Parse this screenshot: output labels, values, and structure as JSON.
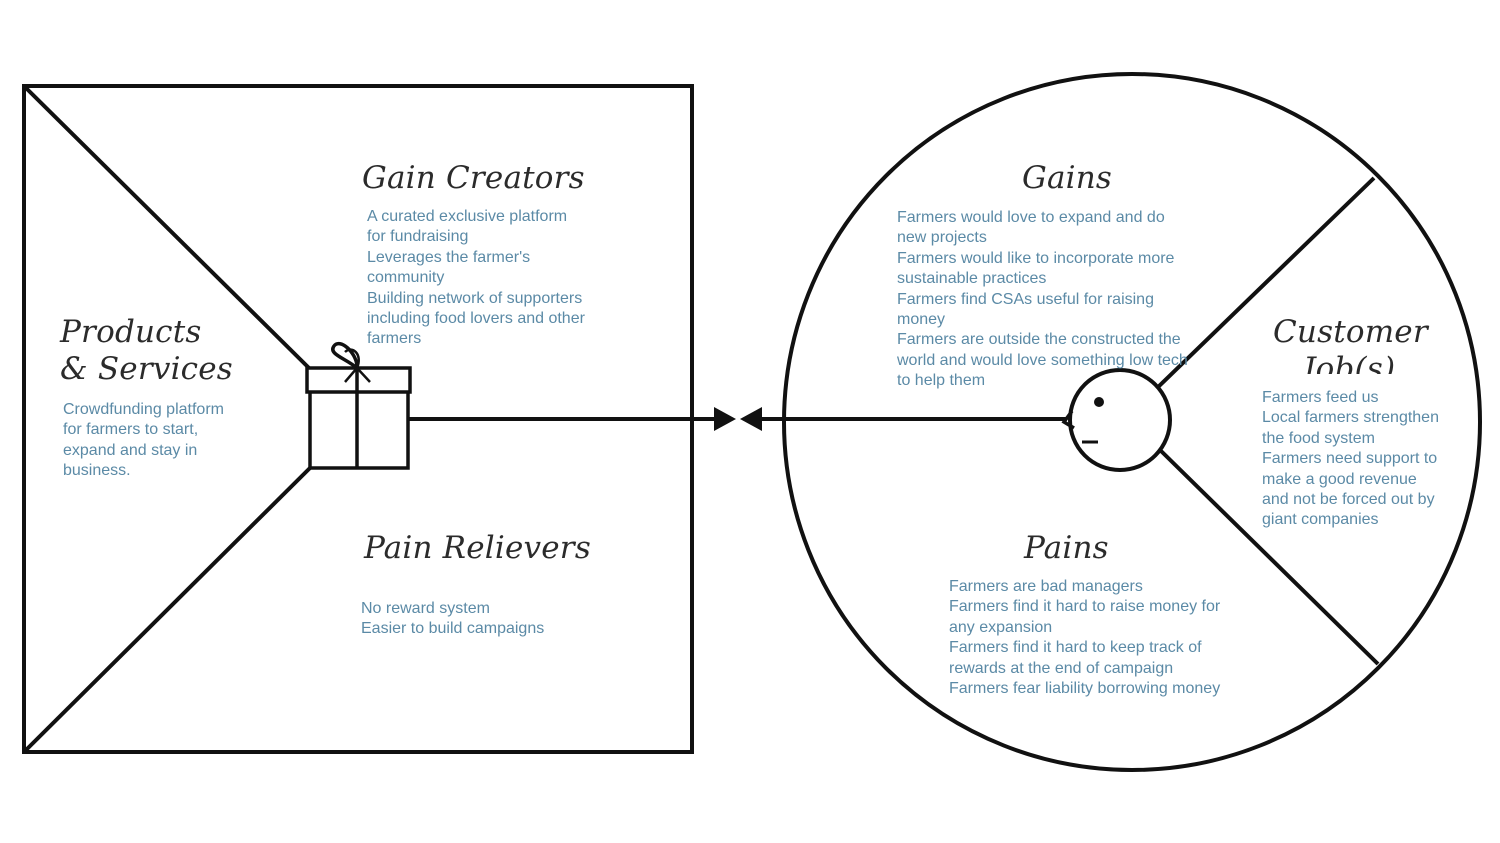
{
  "canvas": {
    "products_services": {
      "title_line1": "Products",
      "title_line2": "& Services",
      "items": [
        "Crowdfunding platform",
        "for farmers to start,",
        "expand and stay in",
        "business."
      ]
    },
    "gain_creators": {
      "title": "Gain Creators",
      "items": [
        "A curated exclusive platform",
        "for fundraising",
        "Leverages the farmer's",
        "community",
        "Building network of supporters",
        "including food lovers and other",
        "farmers"
      ]
    },
    "pain_relievers": {
      "title": "Pain Relievers",
      "items": [
        "No reward system",
        "Easier to build campaigns"
      ]
    },
    "gains": {
      "title": "Gains",
      "items": [
        "Farmers would love to expand and do",
        "new projects",
        "Farmers would like to incorporate more",
        "sustainable practices",
        "Farmers find CSAs useful for raising",
        "money",
        "Farmers are outside the constructed the",
        "world and would love something low tech",
        "to help them"
      ]
    },
    "customer_jobs": {
      "title_line1": "Customer",
      "title_line2": "Job(s)",
      "items": [
        "Farmers feed us",
        "Local farmers strengthen",
        "the food system",
        "Farmers need support to",
        "make a good revenue",
        "and not be forced out by",
        "giant companies"
      ]
    },
    "pains": {
      "title": "Pains",
      "items": [
        "Farmers are bad managers",
        "Farmers find it hard to raise money for",
        "any expansion",
        "Farmers find it hard to keep track of",
        "rewards at the end of campaign",
        "Farmers fear liability borrowing money"
      ]
    }
  },
  "colors": {
    "line": "#111111",
    "heading": "#2b2b2b",
    "body_text": "#5b8aa6"
  },
  "icons": {
    "value_map_icon": "gift-box-icon",
    "customer_icon": "face-icon"
  }
}
